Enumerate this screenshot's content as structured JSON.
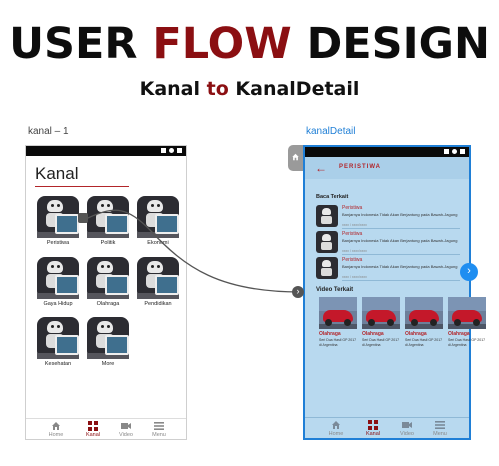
{
  "header": {
    "title_part1": "USER ",
    "title_accent": "FLOW",
    "title_part3": " DESIGN",
    "subtitle_part1": "Kanal ",
    "subtitle_accent": "to",
    "subtitle_part3": " KanalDetail"
  },
  "frames": {
    "left_label": "kanal – 1",
    "right_label": "kanalDetail"
  },
  "kanal_screen": {
    "title": "Kanal",
    "categories": [
      "Peristiwa",
      "Politik",
      "Ekonomi",
      "Gaya Hidup",
      "Olahraga",
      "Pendidikan",
      "Kesehatan",
      "More"
    ],
    "nav": [
      "Home",
      "Kanal",
      "Video",
      "Menu"
    ]
  },
  "detail_screen": {
    "title": "PERISTIWA",
    "baca_terkait": "Baca Terkait",
    "articles": [
      {
        "category": "Peristiwa",
        "text": "Banjarnya Indonesia Tidak Akan Berjantung pada Bawah-Jagung",
        "date": "xxxx / xxxx/xxxx"
      },
      {
        "category": "Peristiwa",
        "text": "Banjarnya Indonesia Tidak Akan Berjantung pada Bawah-Jagung",
        "date": "xxxx / xxxx/xxxx"
      },
      {
        "category": "Peristiwa",
        "text": "Banjarnya Indonesia Tidak Akan Berjantung pada Bawah-Jagung",
        "date": "xxxx / xxxx/xxxx"
      }
    ],
    "video_terkait": "Video Terkait",
    "videos": [
      {
        "category": "Olahraga",
        "text": "Seri Dua Hasil GP 2017 di Argentina"
      },
      {
        "category": "Olahraga",
        "text": "Seri Dua Hasil GP 2017 di Argentina"
      },
      {
        "category": "Olahraga",
        "text": "Seri Dua Hasil GP 2017 di Argentina"
      },
      {
        "category": "Olahraga",
        "text": "Seri Dua Hasil GP 2017 di Argentina"
      }
    ],
    "nav": [
      "Home",
      "Kanal",
      "Video",
      "Menu"
    ]
  },
  "colors": {
    "accent": "#8b0f12",
    "link_blue": "#1f7fd6",
    "detail_bg": "#b8d9ef"
  }
}
